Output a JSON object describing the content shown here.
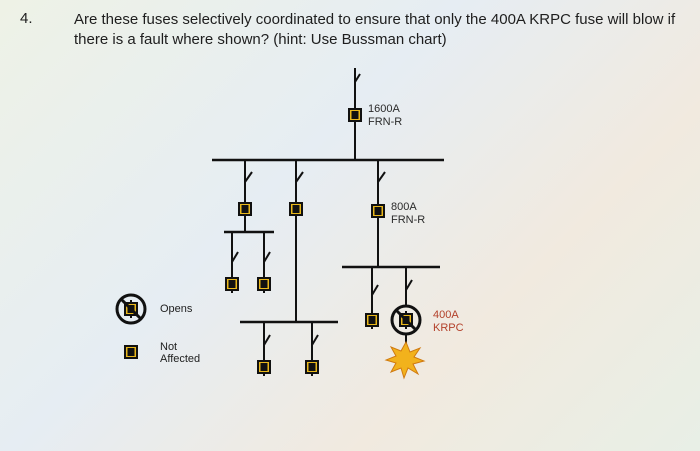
{
  "question": {
    "number": "4.",
    "text": "Are these fuses selectively coordinated to ensure that only the 400A KRPC fuse will blow if there is a fault where shown? (hint: Use Bussman chart)"
  },
  "labels": {
    "main_rating": "1600A",
    "main_type": "FRN-R",
    "feeder_rating": "800A",
    "feeder_type": "FRN-R",
    "branch_rating": "400A",
    "branch_type": "KRPC"
  },
  "legend": {
    "opens": "Opens",
    "not_affected_line1": "Not",
    "not_affected_line2": "Affected"
  },
  "colors": {
    "fuse_fill": "#e9b81c",
    "line": "#111111",
    "label_red": "#b3402a",
    "fault_star": "#f2b21c"
  }
}
